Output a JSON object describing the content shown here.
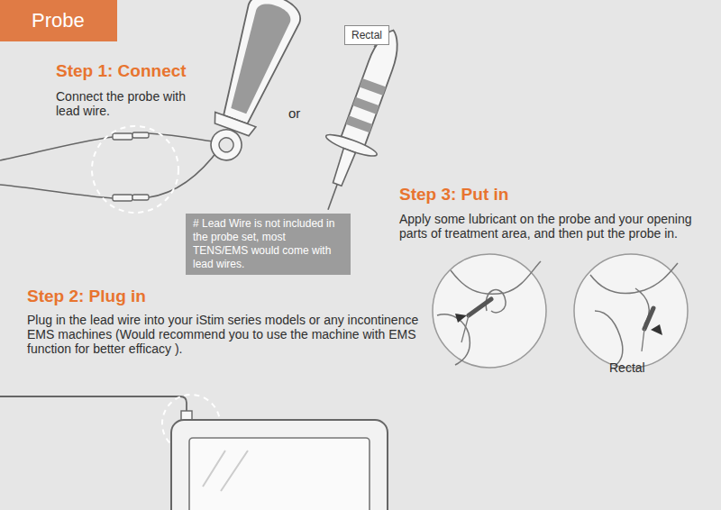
{
  "diagram": {
    "title": "Probe",
    "nodes": [
      {
        "text": [
          "Rectal"
        ]
      },
      {
        "text": [
          "# Lead Wire is not included in the probe set, most TENS/EMS would come with lead wires."
        ]
      }
    ],
    "labels": [
      "Step 1: Connect",
      "Connect the probe with lead wire.",
      "or",
      "Step 2: Plug in",
      "Plug in the lead wire into your iStim series models or any incontinence EMS machines (Would recommend you to use the machine with EMS function for better efficacy ).",
      "Step 3: Put in",
      "Apply some lubricant on the probe and your opening parts of treatment area, and then put the probe in.",
      "Rectal"
    ]
  }
}
